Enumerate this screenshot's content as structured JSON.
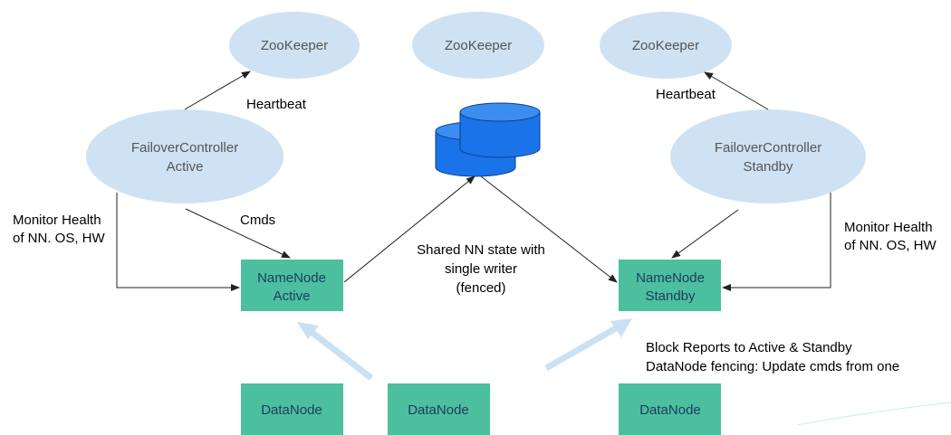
{
  "zookeepers": [
    {
      "label": "ZooKeeper"
    },
    {
      "label": "ZooKeeper"
    },
    {
      "label": "ZooKeeper"
    }
  ],
  "failover_controllers": {
    "active": {
      "line1": "FailoverController",
      "line2": "Active"
    },
    "standby": {
      "line1": "FailoverController",
      "line2": "Standby"
    }
  },
  "namenodes": {
    "active": {
      "line1": "NameNode",
      "line2": "Active"
    },
    "standby": {
      "line1": "NameNode",
      "line2": "Standby"
    }
  },
  "datanodes": [
    {
      "label": "DataNode"
    },
    {
      "label": "DataNode"
    },
    {
      "label": "DataNode"
    }
  ],
  "annotations": {
    "heartbeat_left": "Heartbeat",
    "heartbeat_right": "Heartbeat",
    "cmds": "Cmds",
    "monitor_left": {
      "line1": "Monitor Health",
      "line2": "of NN. OS, HW"
    },
    "monitor_right": {
      "line1": "Monitor Health",
      "line2": "of NN. OS, HW"
    },
    "shared_state": {
      "line1": "Shared NN state with",
      "line2": "single writer",
      "line3": "(fenced)"
    },
    "block_reports": {
      "line1": "Block Reports to Active & Standby",
      "line2": "DataNode fencing: Update cmds from one"
    }
  },
  "colors": {
    "ellipse_fill": "#cfe2f3",
    "box_fill": "#4cbf9f",
    "storage_fill": "#1a73e8",
    "storage_stroke": "#0b3d91",
    "thick_arrow": "#c9e1f3"
  }
}
